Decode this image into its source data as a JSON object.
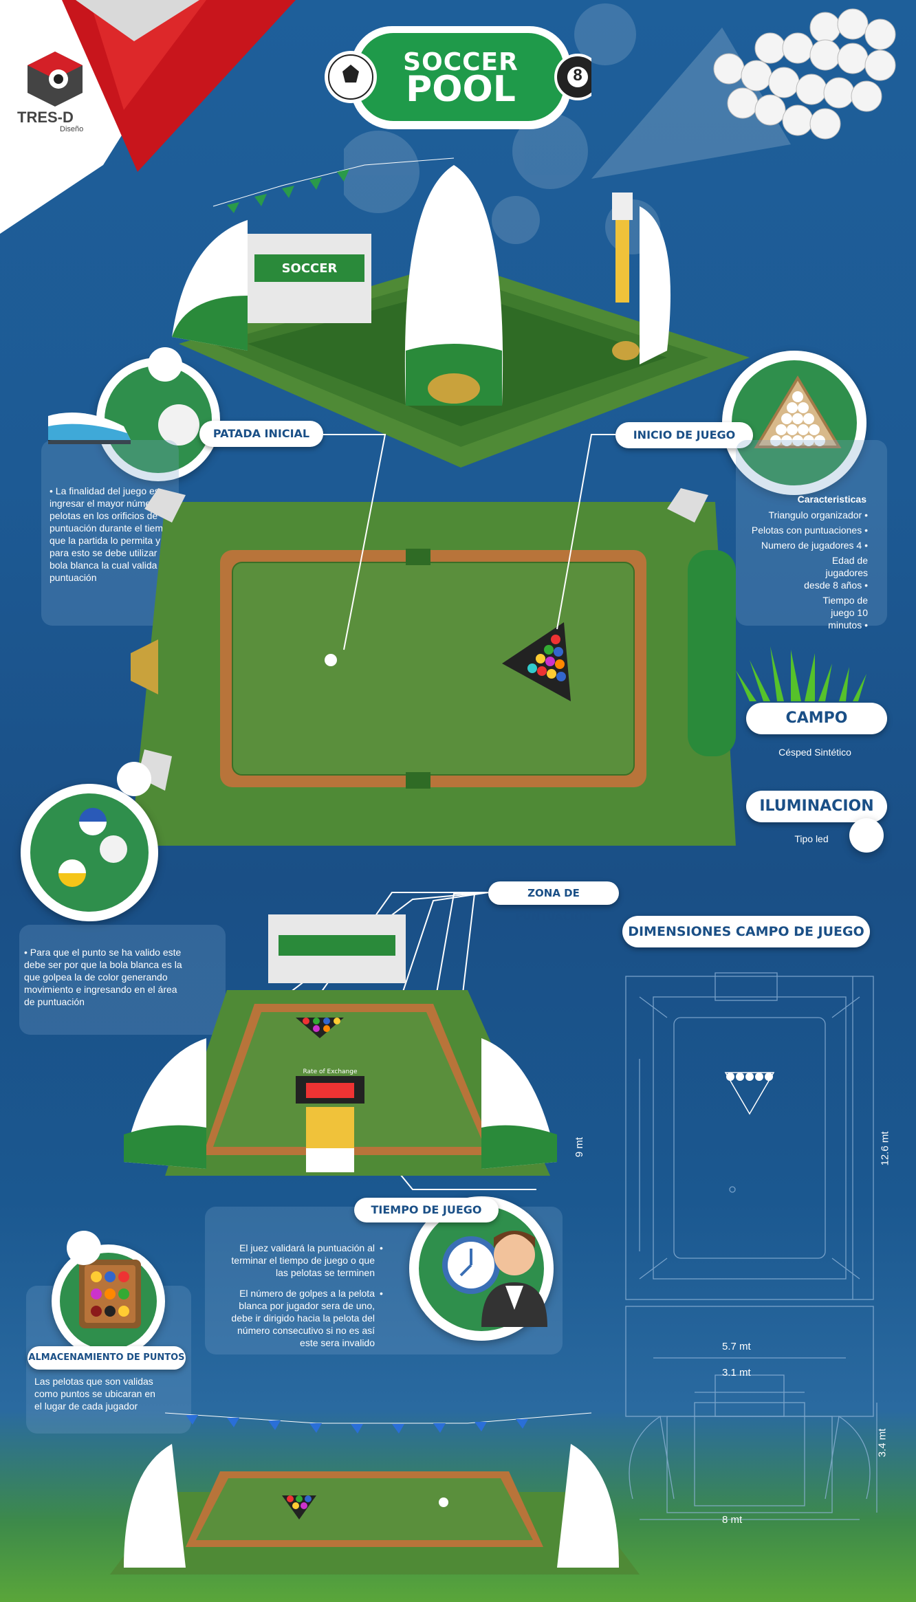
{
  "brand": {
    "name": "TRES-D",
    "sub": "Diseño"
  },
  "title": {
    "line1": "SOCCER",
    "line2": "POOL",
    "ball_number": "8"
  },
  "scoreboard_label": "Rate of Exchange",
  "labels": {
    "kickoff": "PATADA INICIAL",
    "start": "INICIO DE JUEGO",
    "field": "CAMPO",
    "field_desc": "Césped Sintético",
    "lighting": "ILUMINACION",
    "lighting_desc": "Tipo led",
    "scoring_zone": "ZONA DE PUNTUACION",
    "dimensions": "DIMENSIONES CAMPO DE JUEGO",
    "game_time": "TIEMPO DE JUEGO",
    "storage": "ALMACENAMIENTO DE PUNTOS"
  },
  "kickoff_text": "La finalidad del juego es ingresar el mayor número de pelotas en los orificios de puntuación durante el tiempo que la partida lo permita y para esto se debe utilizar la bola blanca la cual valida la puntuación",
  "features": {
    "heading": "Caracteristicas",
    "items": [
      "Triangulo organizador",
      "Pelotas con puntuaciones",
      "Numero de jugadores 4",
      "Edad de jugadores desde 8 años",
      "Tiempo de juego 10 minutos"
    ]
  },
  "valid_point_text": "Para que el punto se ha valido este debe ser por que la bola blanca es la que golpea la de color generando movimiento e ingresando en el área de puntuación",
  "time_texts": [
    "El juez validará la puntuación al terminar el tiempo de juego o que las pelotas se terminen",
    "El número de golpes a la pelota blanca por jugador sera de uno, debe ir dirigido hacia la pelota del número consecutivo si no es así este sera invalido"
  ],
  "storage_text": "Las pelotas que son validas como puntos se ubicaran en el lugar de cada jugador",
  "dims": {
    "d1": "9 mt",
    "d2": "12.6 mt",
    "d3": "5.7 mt",
    "d4": "3.1 mt",
    "d5": "3.4 mt",
    "d6": "8 mt"
  },
  "colors": {
    "field_green": "#5a8f3c",
    "rail_brown": "#b8743a",
    "brand_red": "#d42027",
    "accent_blue": "#1a4f86"
  }
}
